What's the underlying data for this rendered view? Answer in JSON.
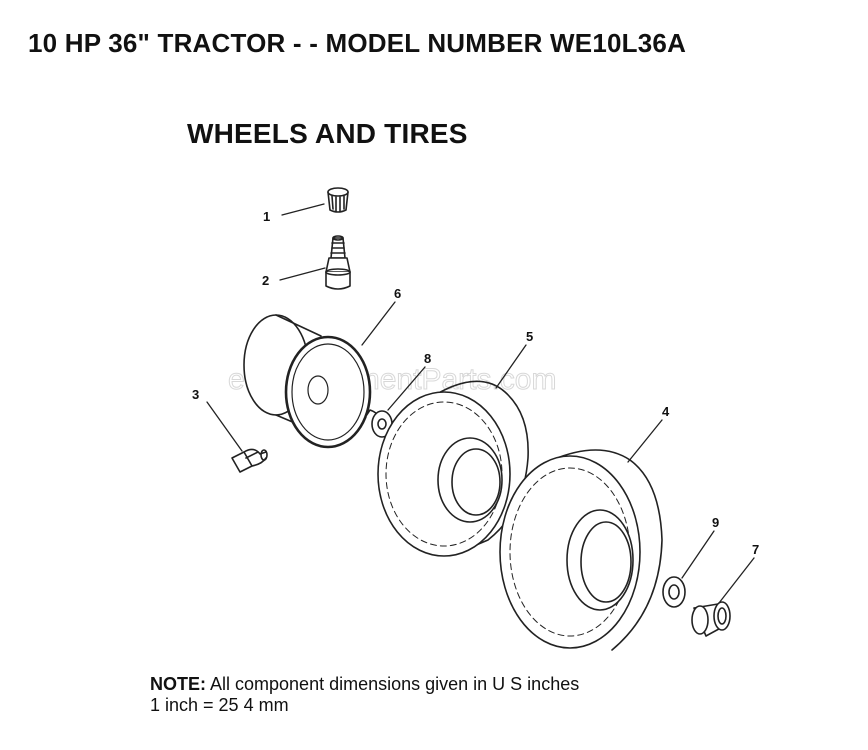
{
  "header": {
    "title": "10 HP 36\" TRACTOR - - MODEL NUMBER WE10L36A",
    "section": "WHEELS AND TIRES"
  },
  "watermark": "eReplacementParts.com",
  "callouts": [
    {
      "id": "1",
      "part": "valve-cap"
    },
    {
      "id": "2",
      "part": "valve-stem"
    },
    {
      "id": "3",
      "part": "grease-fitting"
    },
    {
      "id": "4",
      "part": "rear-tire"
    },
    {
      "id": "5",
      "part": "front-tire"
    },
    {
      "id": "6",
      "part": "wheel-rim"
    },
    {
      "id": "7",
      "part": "bushing"
    },
    {
      "id": "8",
      "part": "washer-front"
    },
    {
      "id": "9",
      "part": "washer-rear"
    }
  ],
  "note": {
    "label": "NOTE:",
    "text": "All component dimensions given in U S  inches",
    "conversion": "1 inch = 25 4 mm"
  }
}
